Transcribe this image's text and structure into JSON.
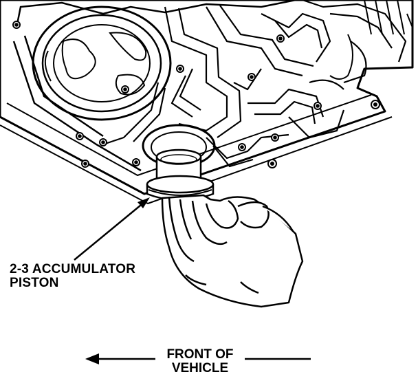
{
  "callout": {
    "line1": "2-3 ACCUMULATOR",
    "line2": "PISTON"
  },
  "direction": {
    "line1": "FRONT OF",
    "line2": "VEHICLE"
  }
}
